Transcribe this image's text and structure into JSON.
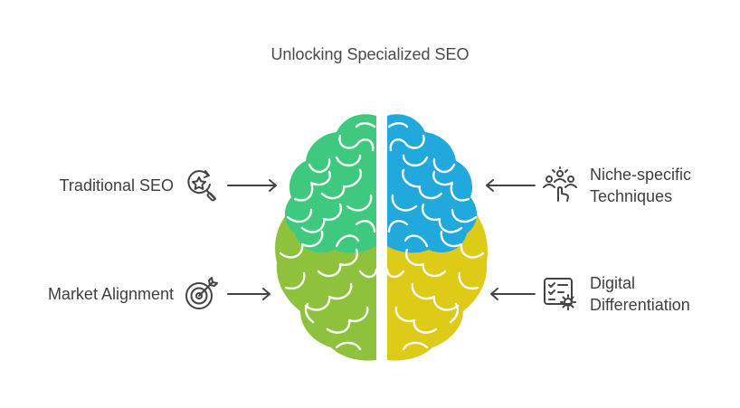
{
  "diagram": {
    "title": "Unlocking Specialized SEO",
    "quadrants": [
      {
        "id": "top-left",
        "label": "Traditional SEO",
        "icon": "star-magnifier-icon",
        "color": "#3ec97e"
      },
      {
        "id": "bottom-left",
        "label": "Market Alignment",
        "icon": "target-arrow-icon",
        "color": "#8fc23c"
      },
      {
        "id": "top-right",
        "label_lines": [
          "Niche-specific",
          "Techniques"
        ],
        "icon": "people-pointing-icon",
        "color": "#21a8dc"
      },
      {
        "id": "bottom-right",
        "label_lines": [
          "Digital",
          "Differentiation"
        ],
        "icon": "checklist-gear-icon",
        "color": "#ddcb18"
      }
    ]
  }
}
